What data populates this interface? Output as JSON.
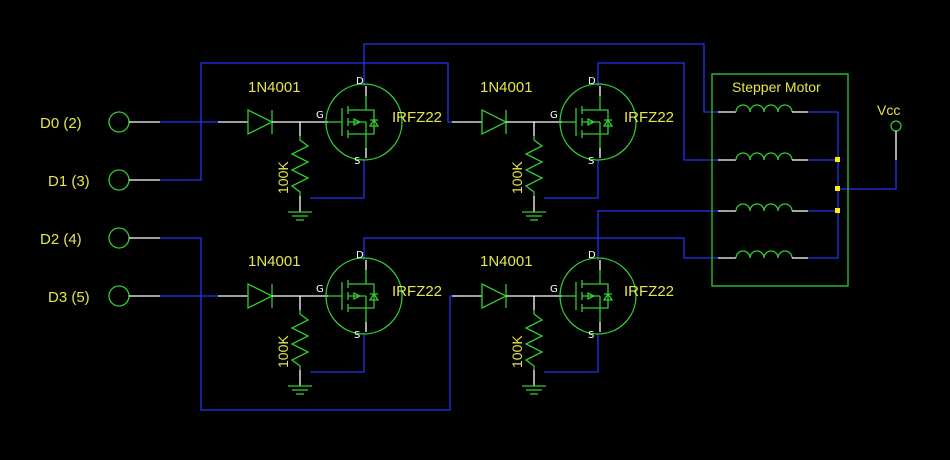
{
  "inputs": [
    "D0 (2)",
    "D1 (3)",
    "D2 (4)",
    "D3 (5)"
  ],
  "diode_label": "1N4001",
  "resistor_label": "100K",
  "mosfet_label": "IRFZ22",
  "pin_drain": "D",
  "pin_gate": "G",
  "pin_source": "S",
  "motor_label": "Stepper Motor",
  "supply_label": "Vcc",
  "colors": {
    "component": "#33cc33",
    "wire": "#2233ee",
    "lead": "#ffffff",
    "text": "#e6e64a",
    "junction": "#ffee00",
    "background": "#000000"
  }
}
